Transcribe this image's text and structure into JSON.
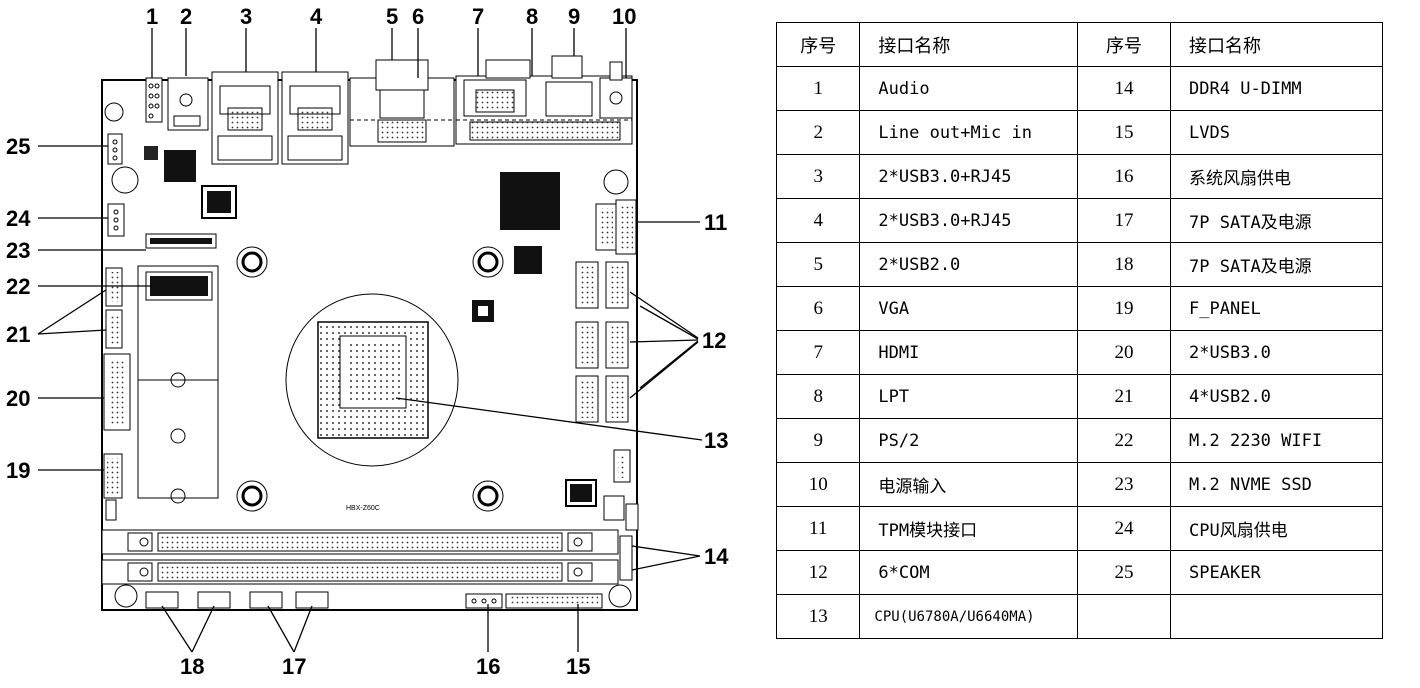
{
  "board": {
    "model_label": "HBX-Z60C",
    "callouts": [
      "1",
      "2",
      "3",
      "4",
      "5",
      "6",
      "7",
      "8",
      "9",
      "10",
      "11",
      "12",
      "13",
      "14",
      "15",
      "16",
      "17",
      "18",
      "19",
      "20",
      "21",
      "22",
      "23",
      "24",
      "25"
    ]
  },
  "table": {
    "header": {
      "no1": "序号",
      "name1": "接口名称",
      "no2": "序号",
      "name2": "接口名称"
    },
    "rows": [
      {
        "no1": "1",
        "name1": "Audio",
        "no2": "14",
        "name2": "DDR4 U-DIMM"
      },
      {
        "no1": "2",
        "name1": "Line out+Mic in",
        "no2": "15",
        "name2": "LVDS"
      },
      {
        "no1": "3",
        "name1": "2*USB3.0+RJ45",
        "no2": "16",
        "name2": "系统风扇供电"
      },
      {
        "no1": "4",
        "name1": "2*USB3.0+RJ45",
        "no2": "17",
        "name2": "7P SATA及电源"
      },
      {
        "no1": "5",
        "name1": "2*USB2.0",
        "no2": "18",
        "name2": "7P SATA及电源"
      },
      {
        "no1": "6",
        "name1": "VGA",
        "no2": "19",
        "name2": "F_PANEL"
      },
      {
        "no1": "7",
        "name1": "HDMI",
        "no2": "20",
        "name2": "2*USB3.0"
      },
      {
        "no1": "8",
        "name1": "LPT",
        "no2": "21",
        "name2": "4*USB2.0"
      },
      {
        "no1": "9",
        "name1": "PS/2",
        "no2": "22",
        "name2": "M.2 2230 WIFI"
      },
      {
        "no1": "10",
        "name1": "电源输入",
        "no2": "23",
        "name2": "M.2 NVME SSD"
      },
      {
        "no1": "11",
        "name1": "TPM模块接口",
        "no2": "24",
        "name2": "CPU风扇供电"
      },
      {
        "no1": "12",
        "name1": "6*COM",
        "no2": "25",
        "name2": "SPEAKER"
      },
      {
        "no1": "13",
        "name1": "CPU(U6780A/U6640MA)",
        "no2": "",
        "name2": ""
      }
    ]
  }
}
